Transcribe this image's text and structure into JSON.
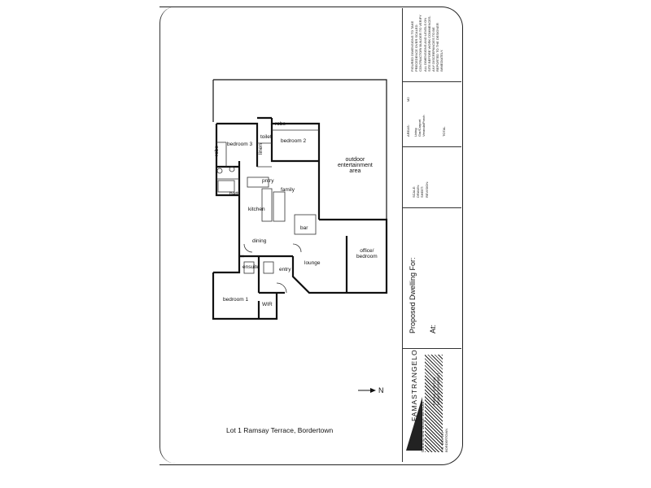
{
  "plan": {
    "rooms": {
      "bedroom3": "bedroom 3",
      "bedroom2": "bedroom 2",
      "bedroom1": "bedroom 1",
      "robe_top": "robe",
      "robe_left": "robe",
      "toilet": "toilet",
      "linen": "linen",
      "bath": "bath",
      "pantry": "pntry",
      "family": "family",
      "kitchen": "kitchen",
      "dining": "dining",
      "bar": "bar",
      "lounge": "lounge",
      "office": "office/\nbedroom",
      "ensuite": "ensuite",
      "entry": "entry",
      "wir": "WIR",
      "outdoor": "outdoor\nentertainment\narea"
    },
    "caption": "Lot 1 Ramsay Terrace, Bordertown",
    "north": "N"
  },
  "title_block": {
    "notes": "FIGURED DIMENSIONS TO TAKE PRECEDENCE OVER SCALED. CONTRACTOR/ BUILDER TO VERIFY ALL DIMENSIONS AND LEVELS ON SITE BEFORE WORK COMMENCES. ANY DISCREPANCIES TO BE REPORTED TO THE DESIGNER IMMEDIATELY.",
    "areas_title": "AREAS:",
    "areas_unit": "M2",
    "areas_rows": "Living\nGar/Carport\nVeranda/Porch",
    "total": "TOTAL",
    "scale_labels": "SCALE:\nDRAWN:\nSHEET:\nREVISION:",
    "proposed": "Proposed Dwelling For:",
    "at": "At:",
    "company": "FAMASTRANGELO",
    "company_sub": "drafting and design services",
    "phone": "PHONE: 87557108\nMOBILE: 0419530027",
    "address": "P.O. BOX 124\nBORDERTOWN"
  }
}
